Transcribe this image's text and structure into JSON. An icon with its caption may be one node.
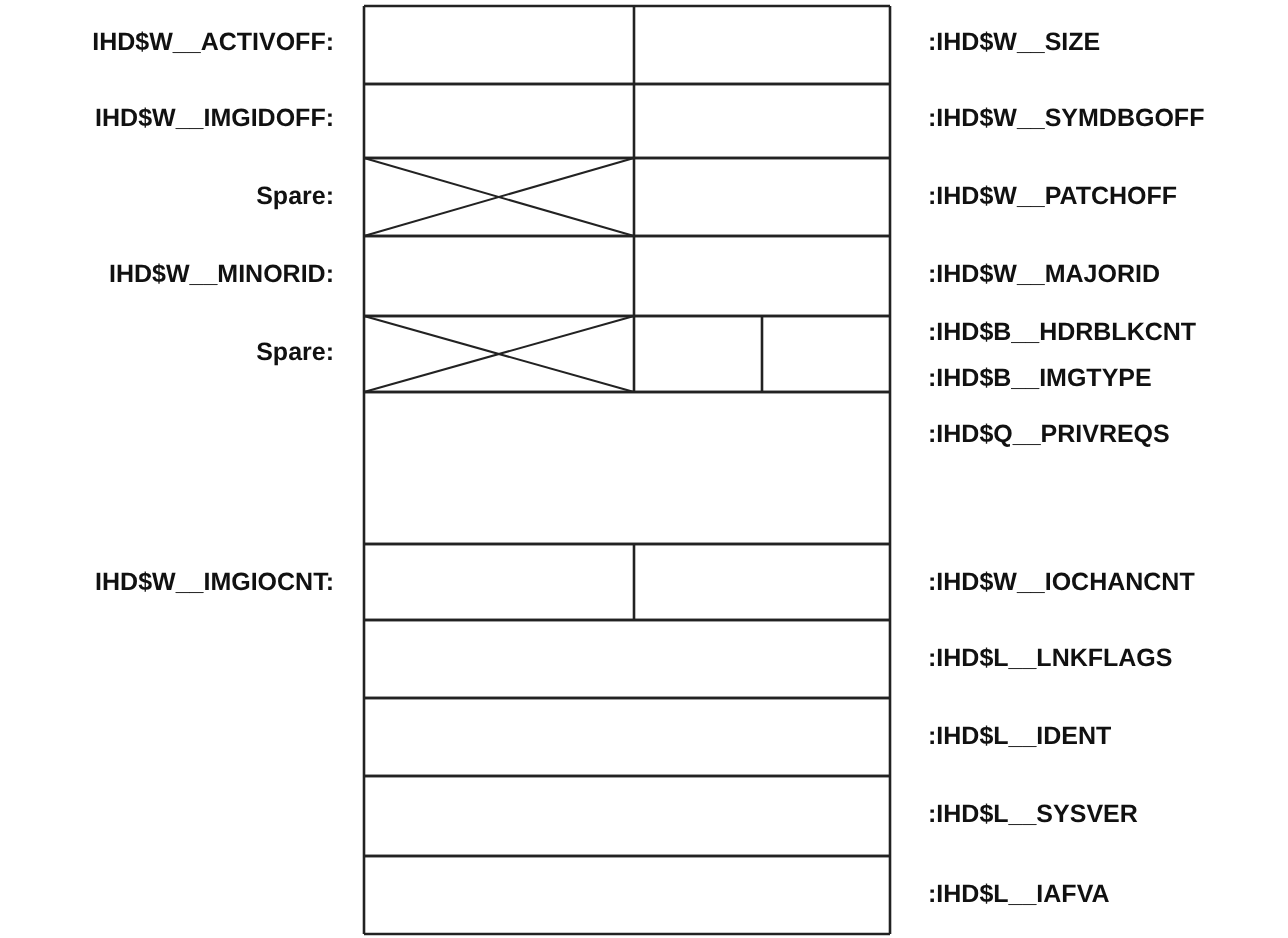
{
  "diagram": {
    "labels": [
      "IHD$W__ACTIVOFF:",
      ":IHD$W__SIZE",
      "IHD$W__IMGIDOFF:",
      ":IHD$W__SYMDBGOFF",
      "Spare:",
      ":IHD$W__PATCHOFF",
      "IHD$W__MINORID:",
      ":IHD$W__MAJORID",
      "Spare:",
      ":IHD$B__HDRBLKCNT",
      ":IHD$B__IMGTYPE",
      ":IHD$Q__PRIVREQS",
      "IHD$W__IMGIOCNT:",
      ":IHD$W__IOCHANCNT",
      ":IHD$L__LNKFLAGS",
      ":IHD$L__IDENT",
      ":IHD$L__SYSVER",
      ":IHD$L__IAFVA"
    ]
  }
}
